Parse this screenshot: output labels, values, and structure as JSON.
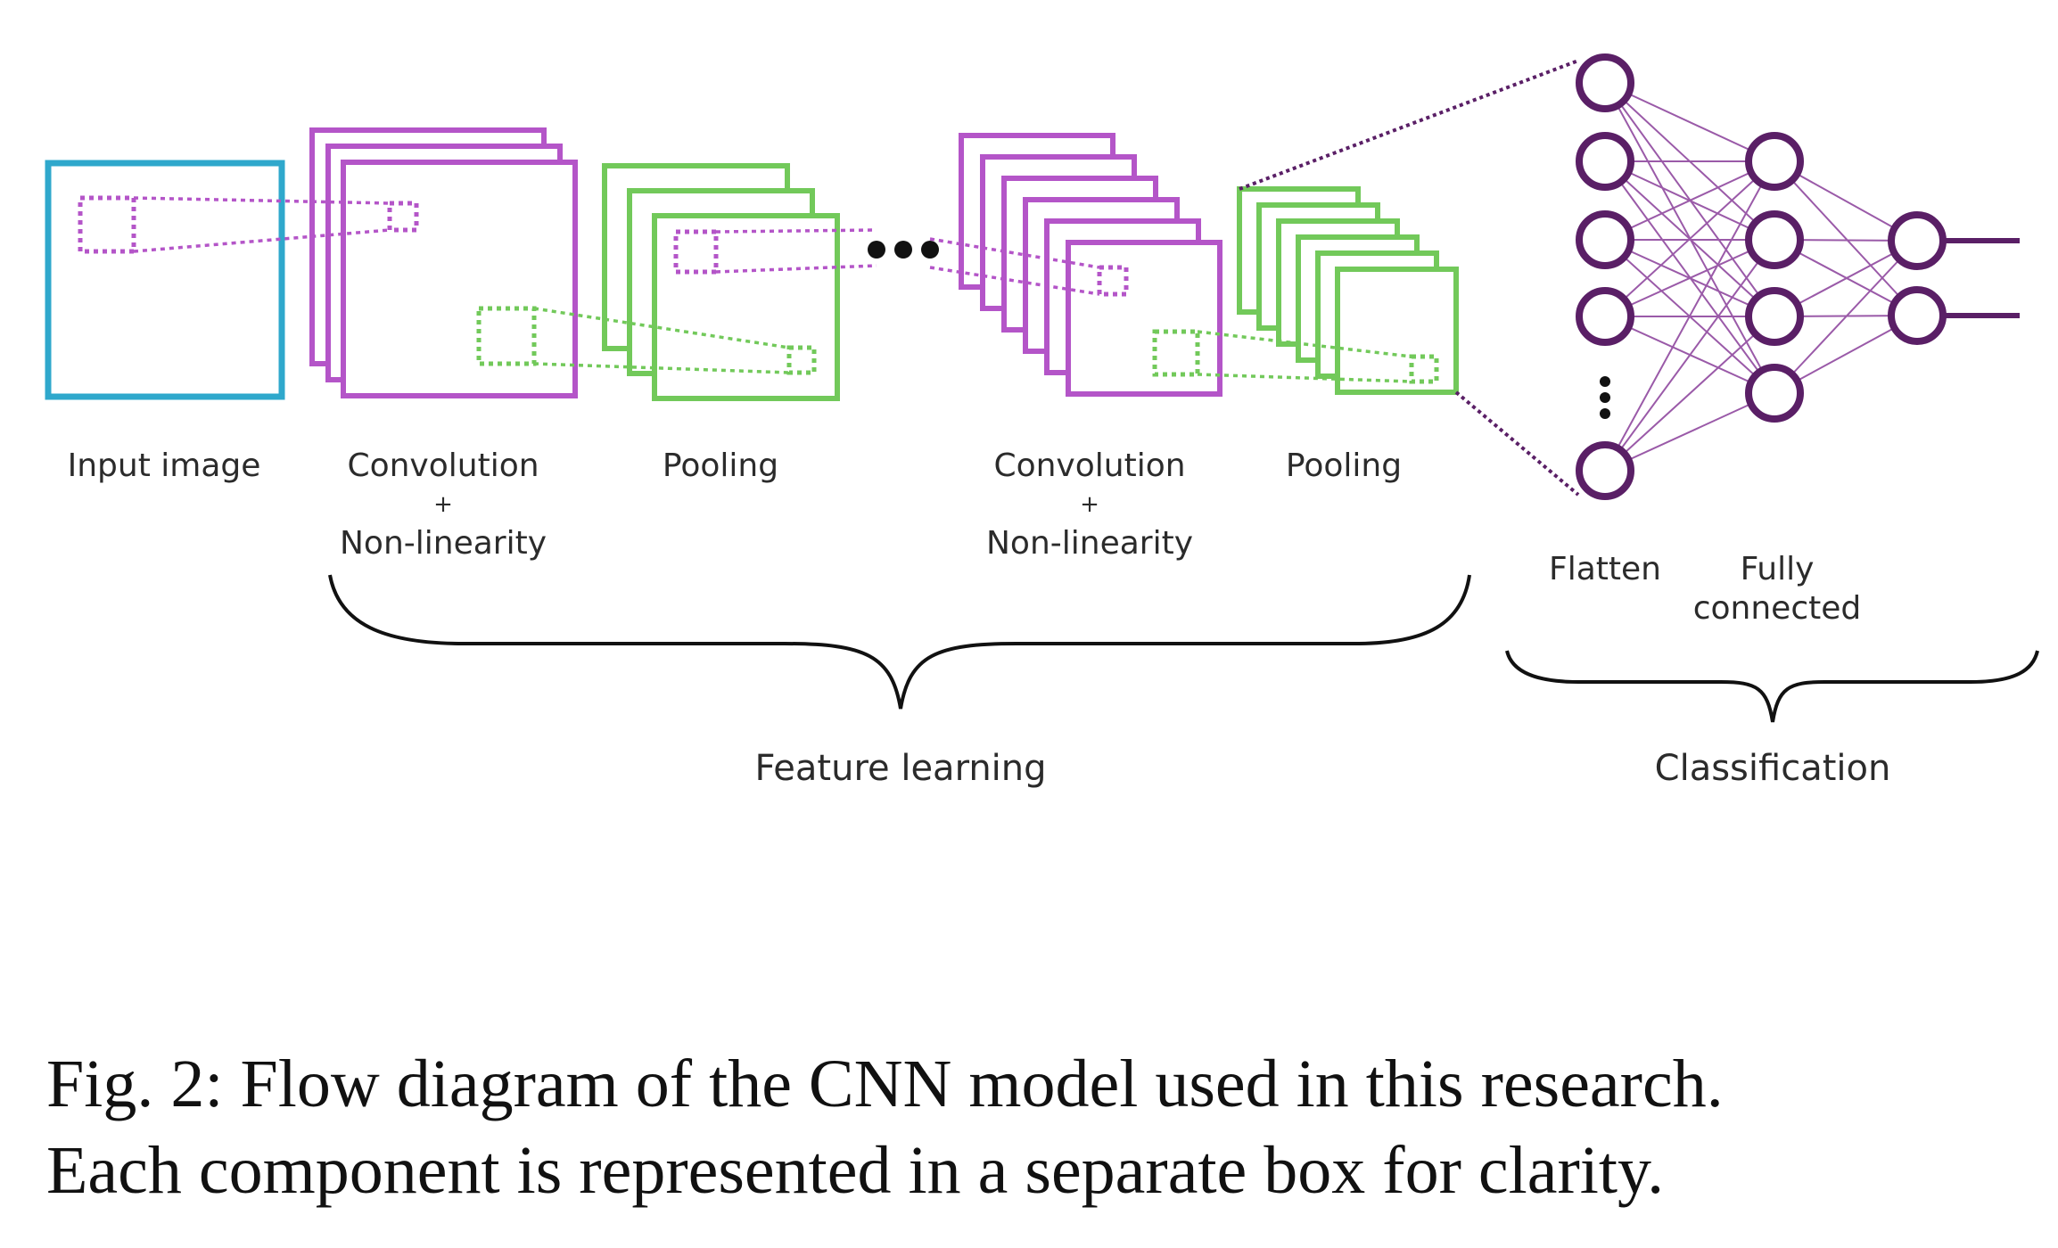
{
  "stages": {
    "input": "Input image",
    "conv1": {
      "line1": "Convolution",
      "plus": "+",
      "line2": "Non-linearity"
    },
    "pool1": "Pooling",
    "conv2": {
      "line1": "Convolution",
      "plus": "+",
      "line2": "Non-linearity"
    },
    "pool2": "Pooling",
    "flatten": "Flatten",
    "fc": {
      "line1": "Fully",
      "line2": "connected"
    }
  },
  "groups": {
    "feature_learning": "Feature learning",
    "classification": "Classification"
  },
  "caption": {
    "line1": "Fig. 2: Flow diagram of the CNN model used in this research.",
    "line2": "Each component is represented in a separate box for clarity."
  },
  "colors": {
    "input": "#2fa8cc",
    "conv": "#b455c8",
    "pool": "#72c95a",
    "neuron": "#5a1f66",
    "edge": "#9a5aa8",
    "text": "#2b2b2b"
  }
}
